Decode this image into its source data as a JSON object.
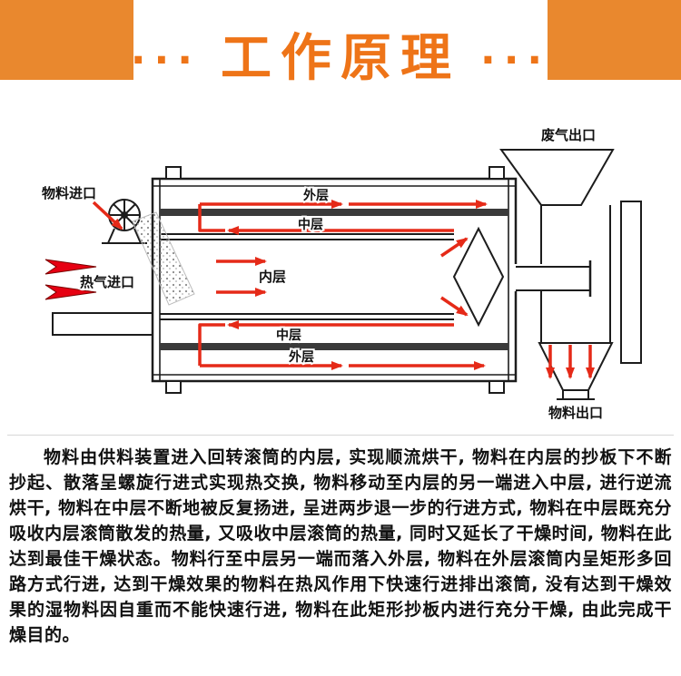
{
  "header": {
    "left_dots": "···",
    "title": "工作原理",
    "right_dots": "···"
  },
  "diagram": {
    "labels": {
      "material_inlet": "物料进口",
      "hot_air_inlet": "热气进口",
      "outer_layer_top": "外层",
      "middle_layer_top": "中层",
      "inner_layer": "内层",
      "middle_layer_bottom": "中层",
      "outer_layer_bottom": "外层",
      "exhaust_outlet": "废气出口",
      "material_outlet": "物料出口"
    }
  },
  "description": {
    "text": "物料由供料装置进入回转滚筒的内层, 实现顺流烘干, 物料在内层的抄板下不断抄起、散落呈螺旋行进式实现热交换, 物料移动至内层的另一端进入中层, 进行逆流烘干, 物料在中层不断地被反复扬进, 呈进两步退一步的行进方式, 物料在中层既充分吸收内层滚筒散发的热量, 又吸收中层滚筒的热量, 同时又延长了干燥时间, 物料在此达到最佳干燥状态。物料行至中层另一端而落入外层, 物料在外层滚筒内呈矩形多回路方式行进, 达到干燥效果的物料在热风作用下快速行进排出滚筒, 没有达到干燥效果的湿物料因自重而不能快速行进, 物料在此矩形抄板内进行充分干燥, 由此完成干燥目的。"
  },
  "colors": {
    "accent_orange": "#ee7418",
    "header_block_orange": "#e9882e",
    "arrow_red": "#e52a18",
    "line_black": "#1c1c1c"
  }
}
